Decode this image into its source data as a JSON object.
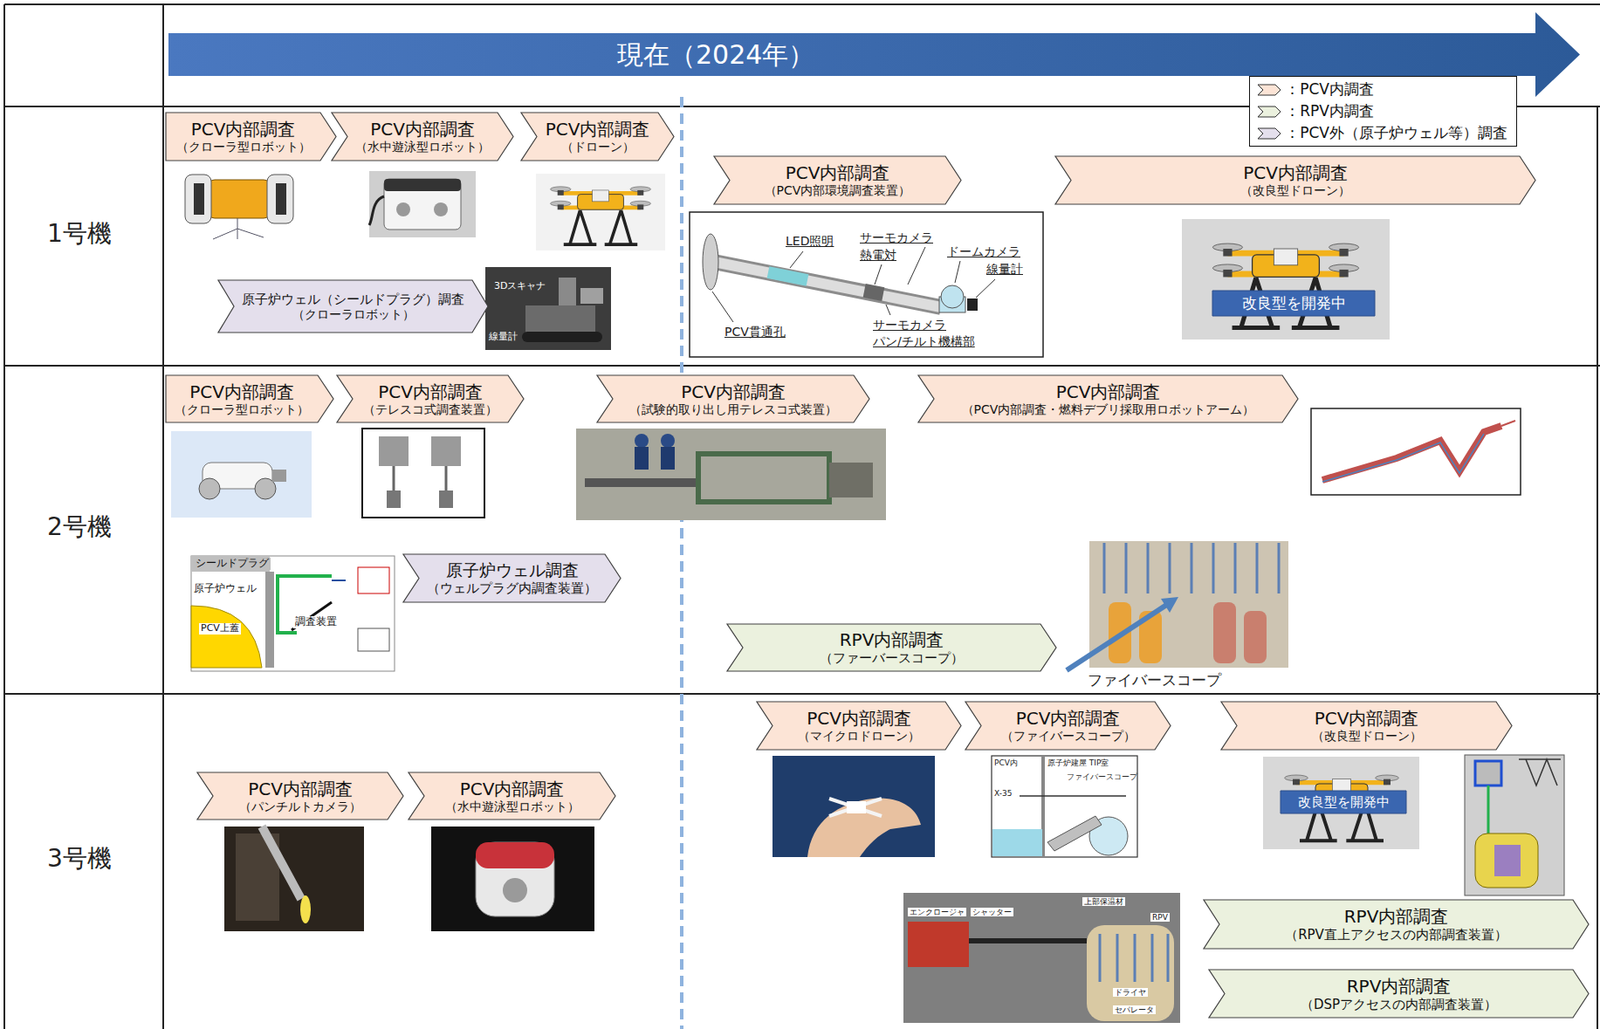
{
  "diagram": {
    "nodes": [
      {
        "text": [
          "現在（2024年）"
        ]
      },
      {
        "text": [
          "PCV内部調査",
          "（クローラ型ロボット）"
        ]
      },
      {
        "text": [
          "PCV内部調査",
          "（水中遊泳型ロボット）"
        ]
      },
      {
        "text": [
          "PCV内部調査",
          "（ドローン）"
        ]
      },
      {
        "text": [
          "PCV内部調査",
          "（PCV内部環境調査装置）"
        ]
      },
      {
        "text": [
          "PCV内部調査",
          "（改良型ドローン）"
        ]
      },
      {
        "text": [
          "原子炉ウェル（シールドプラグ）調査",
          "（クローラロボット）"
        ]
      },
      {
        "text": [
          "改良型を開発中"
        ]
      },
      {
        "text": [
          "PCV内部調査",
          "（クローラ型ロボット）"
        ]
      },
      {
        "text": [
          "PCV内部調査",
          "（テレスコ式調査装置）"
        ]
      },
      {
        "text": [
          "PCV内部調査",
          "（試験的取り出し用テレスコ式装置）"
        ]
      },
      {
        "text": [
          "PCV内部調査",
          "（PCV内部調査・燃料デブリ採取用ロボットアーム）"
        ]
      },
      {
        "text": [
          "原子炉ウェル調査",
          "（ウェルプラグ内調査装置）"
        ]
      },
      {
        "text": [
          "RPV内部調査",
          "（ファーバースコープ）"
        ]
      },
      {
        "text": [
          "PCV内部調査",
          "（マイクロドローン）"
        ]
      },
      {
        "text": [
          "PCV内部調査",
          "（ファイバースコープ）"
        ]
      },
      {
        "text": [
          "PCV内部調査",
          "（改良型ドローン）"
        ]
      },
      {
        "text": [
          "PCV内部調査",
          "（パンチルトカメラ）"
        ]
      },
      {
        "text": [
          "PCV内部調査",
          "（水中遊泳型ロボット）"
        ]
      },
      {
        "text": [
          "改良型を開発中"
        ]
      },
      {
        "text": [
          "RPV内部調査",
          "（RPV直上アクセスの内部調査装置）"
        ]
      },
      {
        "text": [
          "RPV内部調査",
          "（DSPアクセスの内部調査装置）"
        ]
      }
    ],
    "labels": [
      "1号機",
      "2号機",
      "3号機",
      "3Dスキャナ",
      "線量計",
      "LED照明",
      "サーモカメラ",
      "熱電対",
      "ドームカメラ",
      "線量計",
      "サーモカメラ",
      "パン/チルト機構部",
      "PCV貫通孔",
      "シールドプラグ",
      "原子炉ウェル",
      "PCV上蓋",
      "調査装置",
      "ファイバースコープ",
      "PCV内",
      "原子炉建屋 TIP室",
      "X-35",
      "ファイバースコープ",
      "エンクロージャ",
      "シャッター",
      "上部保温材",
      "RPV",
      "ドライヤ",
      "セパレータ"
    ],
    "legend": [
      {
        "text": "：PCV内調査",
        "color": "#fce4d6"
      },
      {
        "text": "：RPV内調査",
        "color": "#ebf1de"
      },
      {
        "text": "：PCV外（原子炉ウェル等）調査",
        "color": "#e4dfec"
      }
    ]
  }
}
